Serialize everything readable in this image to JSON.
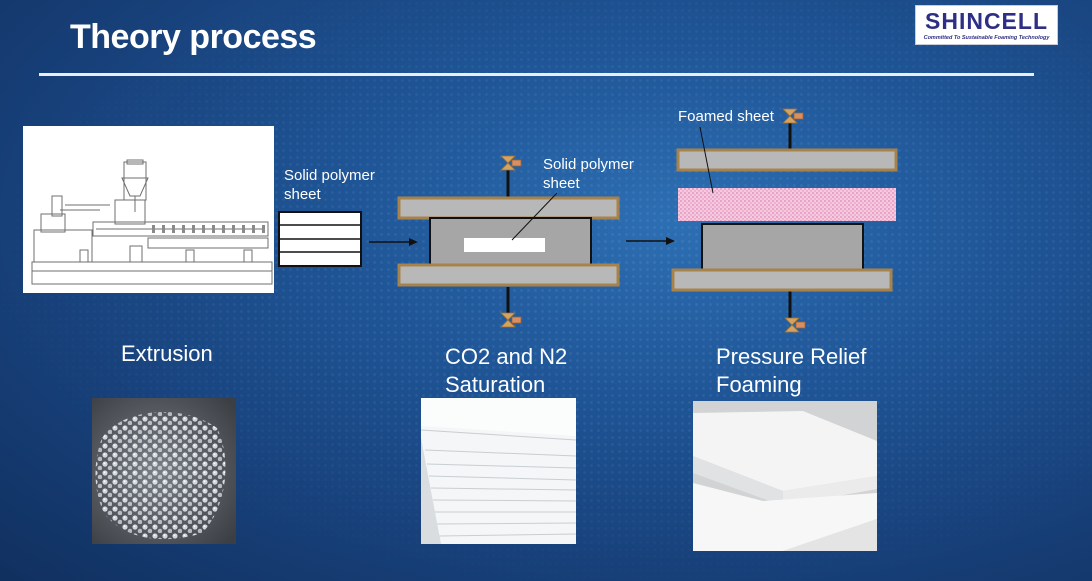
{
  "header": {
    "title": "Theory process"
  },
  "logo": {
    "wordmark": "SHINCELL",
    "tagline": "Committed To Sustainable Foaming Technology"
  },
  "diagram": {
    "sheet_label": "Solid polymer sheet",
    "press_sheet_label": "Solid polymer sheet",
    "foamed_label": "Foamed sheet"
  },
  "stages": [
    {
      "label": "Extrusion",
      "photo": "plastic-pellets-photo"
    },
    {
      "label": "CO2 and N2 Saturation",
      "photo": "polymer-sheets-stack-photo"
    },
    {
      "label": "Pressure Relief Foaming",
      "photo": "foam-boards-photo"
    }
  ],
  "colors": {
    "plate_fill": "#b8b8b8",
    "plate_border": "#a7834b",
    "core_fill": "#a6a6a6",
    "foam_fill": "#f1c4da",
    "valve_color": "#d4a262"
  }
}
